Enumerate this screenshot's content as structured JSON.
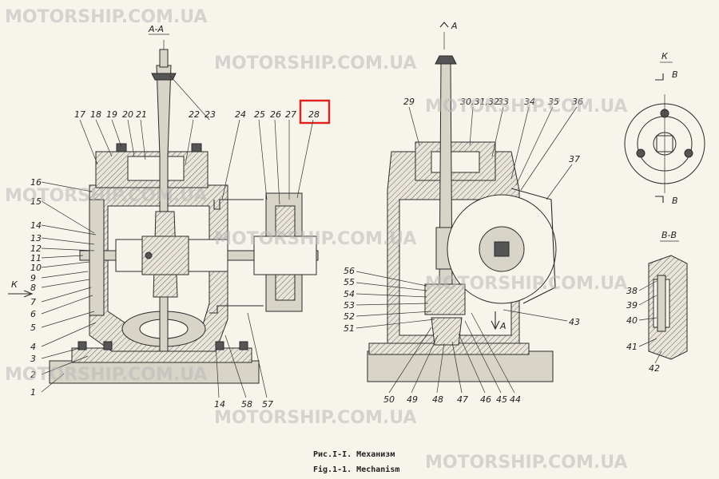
{
  "views": {
    "section_aa": "А-А",
    "arrow_a": "А",
    "view_k": "К",
    "arrow_b_top": "В",
    "arrow_b_bottom": "В",
    "section_bb": "В-В",
    "arrow_k": "К",
    "arrow_a_bottom": "А"
  },
  "parts_left_top": [
    "17",
    "18",
    "19",
    "20",
    "21",
    "22",
    "23",
    "24",
    "25",
    "26",
    "27",
    "28"
  ],
  "parts_left_side": [
    "16",
    "15",
    "14",
    "13",
    "12",
    "11",
    "10",
    "9",
    "8",
    "7",
    "6",
    "5",
    "4",
    "3",
    "2",
    "1"
  ],
  "parts_left_bottom": [
    "14",
    "58",
    "57"
  ],
  "parts_mid_top": [
    "29",
    "30,31,32",
    "33",
    "34",
    "35",
    "36",
    "37"
  ],
  "parts_mid_left": [
    "56",
    "55",
    "54",
    "53",
    "52",
    "51"
  ],
  "parts_mid_bottom": [
    "50",
    "49",
    "48",
    "47",
    "46",
    "45",
    "44"
  ],
  "parts_mid_right": [
    "43"
  ],
  "parts_right": [
    "38",
    "39",
    "40",
    "41",
    "42"
  ],
  "highlight": {
    "part": "28",
    "color": "#e0201c"
  },
  "caption": {
    "line1": "Рис.I-I. Механизм",
    "line2": "Fig.1-1. Mechanism"
  },
  "watermark": "MOTORSHIP.COM.UA"
}
